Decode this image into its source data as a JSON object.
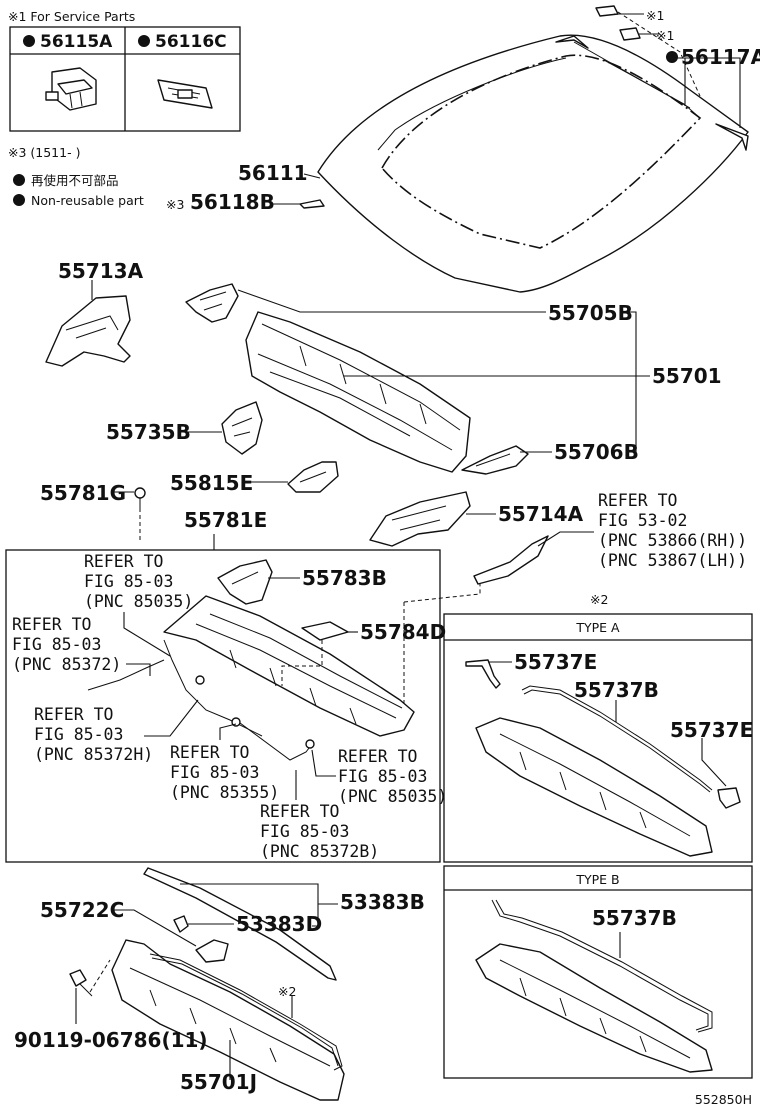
{
  "service_parts": {
    "title": "※1 For Service Parts",
    "part_a": "56115A",
    "part_c": "56116C",
    "note3": "※3 (1511-       )",
    "legend_jp": "再使用不可部品",
    "legend_en": "Non-reusable part"
  },
  "parts": {
    "p56111": "56111",
    "p56117A": "56117A",
    "p56118B": "56118B",
    "p56118B_mark": "※3",
    "mark1_a": "※1",
    "mark1_b": "※1",
    "p55713A": "55713A",
    "p55705B": "55705B",
    "p55701": "55701",
    "p55735B": "55735B",
    "p55706B": "55706B",
    "p55815E": "55815E",
    "p55781G": "55781G",
    "p55781E": "55781E",
    "p55714A": "55714A",
    "p55783B": "55783B",
    "p55784D": "55784D",
    "p55722C": "55722C",
    "p53383D": "53383D",
    "p53383B": "53383B",
    "p90119": "90119-06786(11)",
    "p55701J": "55701J",
    "mark2_bottom": "※2",
    "mark2_right": "※2"
  },
  "refs": {
    "r53_02": [
      "REFER TO",
      "FIG 53-02",
      "(PNC 53866(RH))",
      "(PNC 53867(LH))"
    ],
    "r85035_top": [
      "REFER TO",
      "FIG 85-03",
      "(PNC 85035)"
    ],
    "r85372": [
      "REFER TO",
      "FIG 85-03",
      "(PNC 85372)"
    ],
    "r85372H": [
      "REFER TO",
      "FIG 85-03",
      "(PNC 85372H)"
    ],
    "r85355": [
      "REFER TO",
      "FIG 85-03",
      "(PNC 85355)"
    ],
    "r85035_right": [
      "REFER TO",
      "FIG 85-03",
      "(PNC 85035)"
    ],
    "r85372B": [
      "REFER TO",
      "FIG 85-03",
      "(PNC 85372B)"
    ]
  },
  "type_a": {
    "title": "TYPE A",
    "p55737E_1": "55737E",
    "p55737B": "55737B",
    "p55737E_2": "55737E"
  },
  "type_b": {
    "title": "TYPE B",
    "p55737B": "55737B"
  },
  "figure_id": "552850H"
}
